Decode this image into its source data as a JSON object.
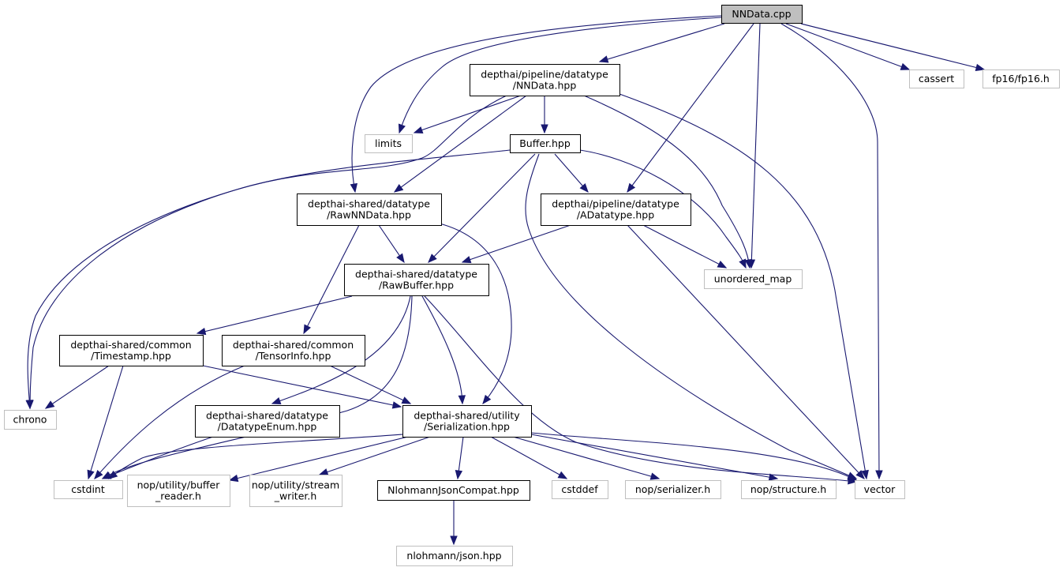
{
  "title": "NNData.cpp include dependency graph",
  "colors": {
    "edge": "#191970",
    "root_fill": "#bfbfbf",
    "internal_border": "#000000",
    "external_border": "#bfbfbf"
  },
  "nodes": [
    {
      "id": "root",
      "lines": [
        "NNData.cpp"
      ],
      "kind": "root"
    },
    {
      "id": "nndata_hpp",
      "lines": [
        "depthai/pipeline/datatype",
        "/NNData.hpp"
      ],
      "kind": "internal"
    },
    {
      "id": "cassert",
      "lines": [
        "cassert"
      ],
      "kind": "external"
    },
    {
      "id": "fp16",
      "lines": [
        "fp16/fp16.h"
      ],
      "kind": "external"
    },
    {
      "id": "limits",
      "lines": [
        "limits"
      ],
      "kind": "external"
    },
    {
      "id": "buffer",
      "lines": [
        "Buffer.hpp"
      ],
      "kind": "internal"
    },
    {
      "id": "rawnndata",
      "lines": [
        "depthai-shared/datatype",
        "/RawNNData.hpp"
      ],
      "kind": "internal"
    },
    {
      "id": "adatatype",
      "lines": [
        "depthai/pipeline/datatype",
        "/ADatatype.hpp"
      ],
      "kind": "internal"
    },
    {
      "id": "rawbuffer",
      "lines": [
        "depthai-shared/datatype",
        "/RawBuffer.hpp"
      ],
      "kind": "internal"
    },
    {
      "id": "unordered_map",
      "lines": [
        "unordered_map"
      ],
      "kind": "external"
    },
    {
      "id": "timestamp",
      "lines": [
        "depthai-shared/common",
        "/Timestamp.hpp"
      ],
      "kind": "internal"
    },
    {
      "id": "tensorinfo",
      "lines": [
        "depthai-shared/common",
        "/TensorInfo.hpp"
      ],
      "kind": "internal"
    },
    {
      "id": "chrono",
      "lines": [
        "chrono"
      ],
      "kind": "external"
    },
    {
      "id": "datatypeenum",
      "lines": [
        "depthai-shared/datatype",
        "/DatatypeEnum.hpp"
      ],
      "kind": "internal"
    },
    {
      "id": "serialization",
      "lines": [
        "depthai-shared/utility",
        "/Serialization.hpp"
      ],
      "kind": "internal"
    },
    {
      "id": "cstdint",
      "lines": [
        "cstdint"
      ],
      "kind": "external"
    },
    {
      "id": "buffer_reader",
      "lines": [
        "nop/utility/buffer",
        "_reader.h"
      ],
      "kind": "external"
    },
    {
      "id": "stream_writer",
      "lines": [
        "nop/utility/stream",
        "_writer.h"
      ],
      "kind": "external"
    },
    {
      "id": "nlohmanncompat",
      "lines": [
        "NlohmannJsonCompat.hpp"
      ],
      "kind": "internal"
    },
    {
      "id": "cstddef",
      "lines": [
        "cstddef"
      ],
      "kind": "external"
    },
    {
      "id": "serializer",
      "lines": [
        "nop/serializer.h"
      ],
      "kind": "external"
    },
    {
      "id": "structure",
      "lines": [
        "nop/structure.h"
      ],
      "kind": "external"
    },
    {
      "id": "vector",
      "lines": [
        "vector"
      ],
      "kind": "external"
    },
    {
      "id": "json",
      "lines": [
        "nlohmann/json.hpp"
      ],
      "kind": "external"
    }
  ],
  "edges": [
    [
      "root",
      "nndata_hpp"
    ],
    [
      "root",
      "cassert"
    ],
    [
      "root",
      "fp16"
    ],
    [
      "root",
      "limits"
    ],
    [
      "root",
      "rawnndata"
    ],
    [
      "root",
      "adatatype"
    ],
    [
      "root",
      "unordered_map"
    ],
    [
      "root",
      "vector"
    ],
    [
      "nndata_hpp",
      "limits"
    ],
    [
      "nndata_hpp",
      "buffer"
    ],
    [
      "nndata_hpp",
      "rawnndata"
    ],
    [
      "nndata_hpp",
      "chrono"
    ],
    [
      "nndata_hpp",
      "unordered_map"
    ],
    [
      "nndata_hpp",
      "vector"
    ],
    [
      "buffer",
      "adatatype"
    ],
    [
      "buffer",
      "rawbuffer"
    ],
    [
      "buffer",
      "chrono"
    ],
    [
      "buffer",
      "unordered_map"
    ],
    [
      "buffer",
      "vector"
    ],
    [
      "rawnndata",
      "rawbuffer"
    ],
    [
      "rawnndata",
      "tensorinfo"
    ],
    [
      "rawnndata",
      "serialization"
    ],
    [
      "adatatype",
      "rawbuffer"
    ],
    [
      "adatatype",
      "unordered_map"
    ],
    [
      "adatatype",
      "vector"
    ],
    [
      "rawbuffer",
      "timestamp"
    ],
    [
      "rawbuffer",
      "datatypeenum"
    ],
    [
      "rawbuffer",
      "serialization"
    ],
    [
      "rawbuffer",
      "cstdint"
    ],
    [
      "rawbuffer",
      "vector"
    ],
    [
      "timestamp",
      "chrono"
    ],
    [
      "timestamp",
      "cstdint"
    ],
    [
      "timestamp",
      "serialization"
    ],
    [
      "tensorinfo",
      "cstdint"
    ],
    [
      "tensorinfo",
      "serialization"
    ],
    [
      "datatypeenum",
      "cstdint"
    ],
    [
      "serialization",
      "cstdint"
    ],
    [
      "serialization",
      "buffer_reader"
    ],
    [
      "serialization",
      "stream_writer"
    ],
    [
      "serialization",
      "nlohmanncompat"
    ],
    [
      "serialization",
      "cstddef"
    ],
    [
      "serialization",
      "serializer"
    ],
    [
      "serialization",
      "structure"
    ],
    [
      "serialization",
      "vector"
    ],
    [
      "nlohmanncompat",
      "json"
    ]
  ]
}
